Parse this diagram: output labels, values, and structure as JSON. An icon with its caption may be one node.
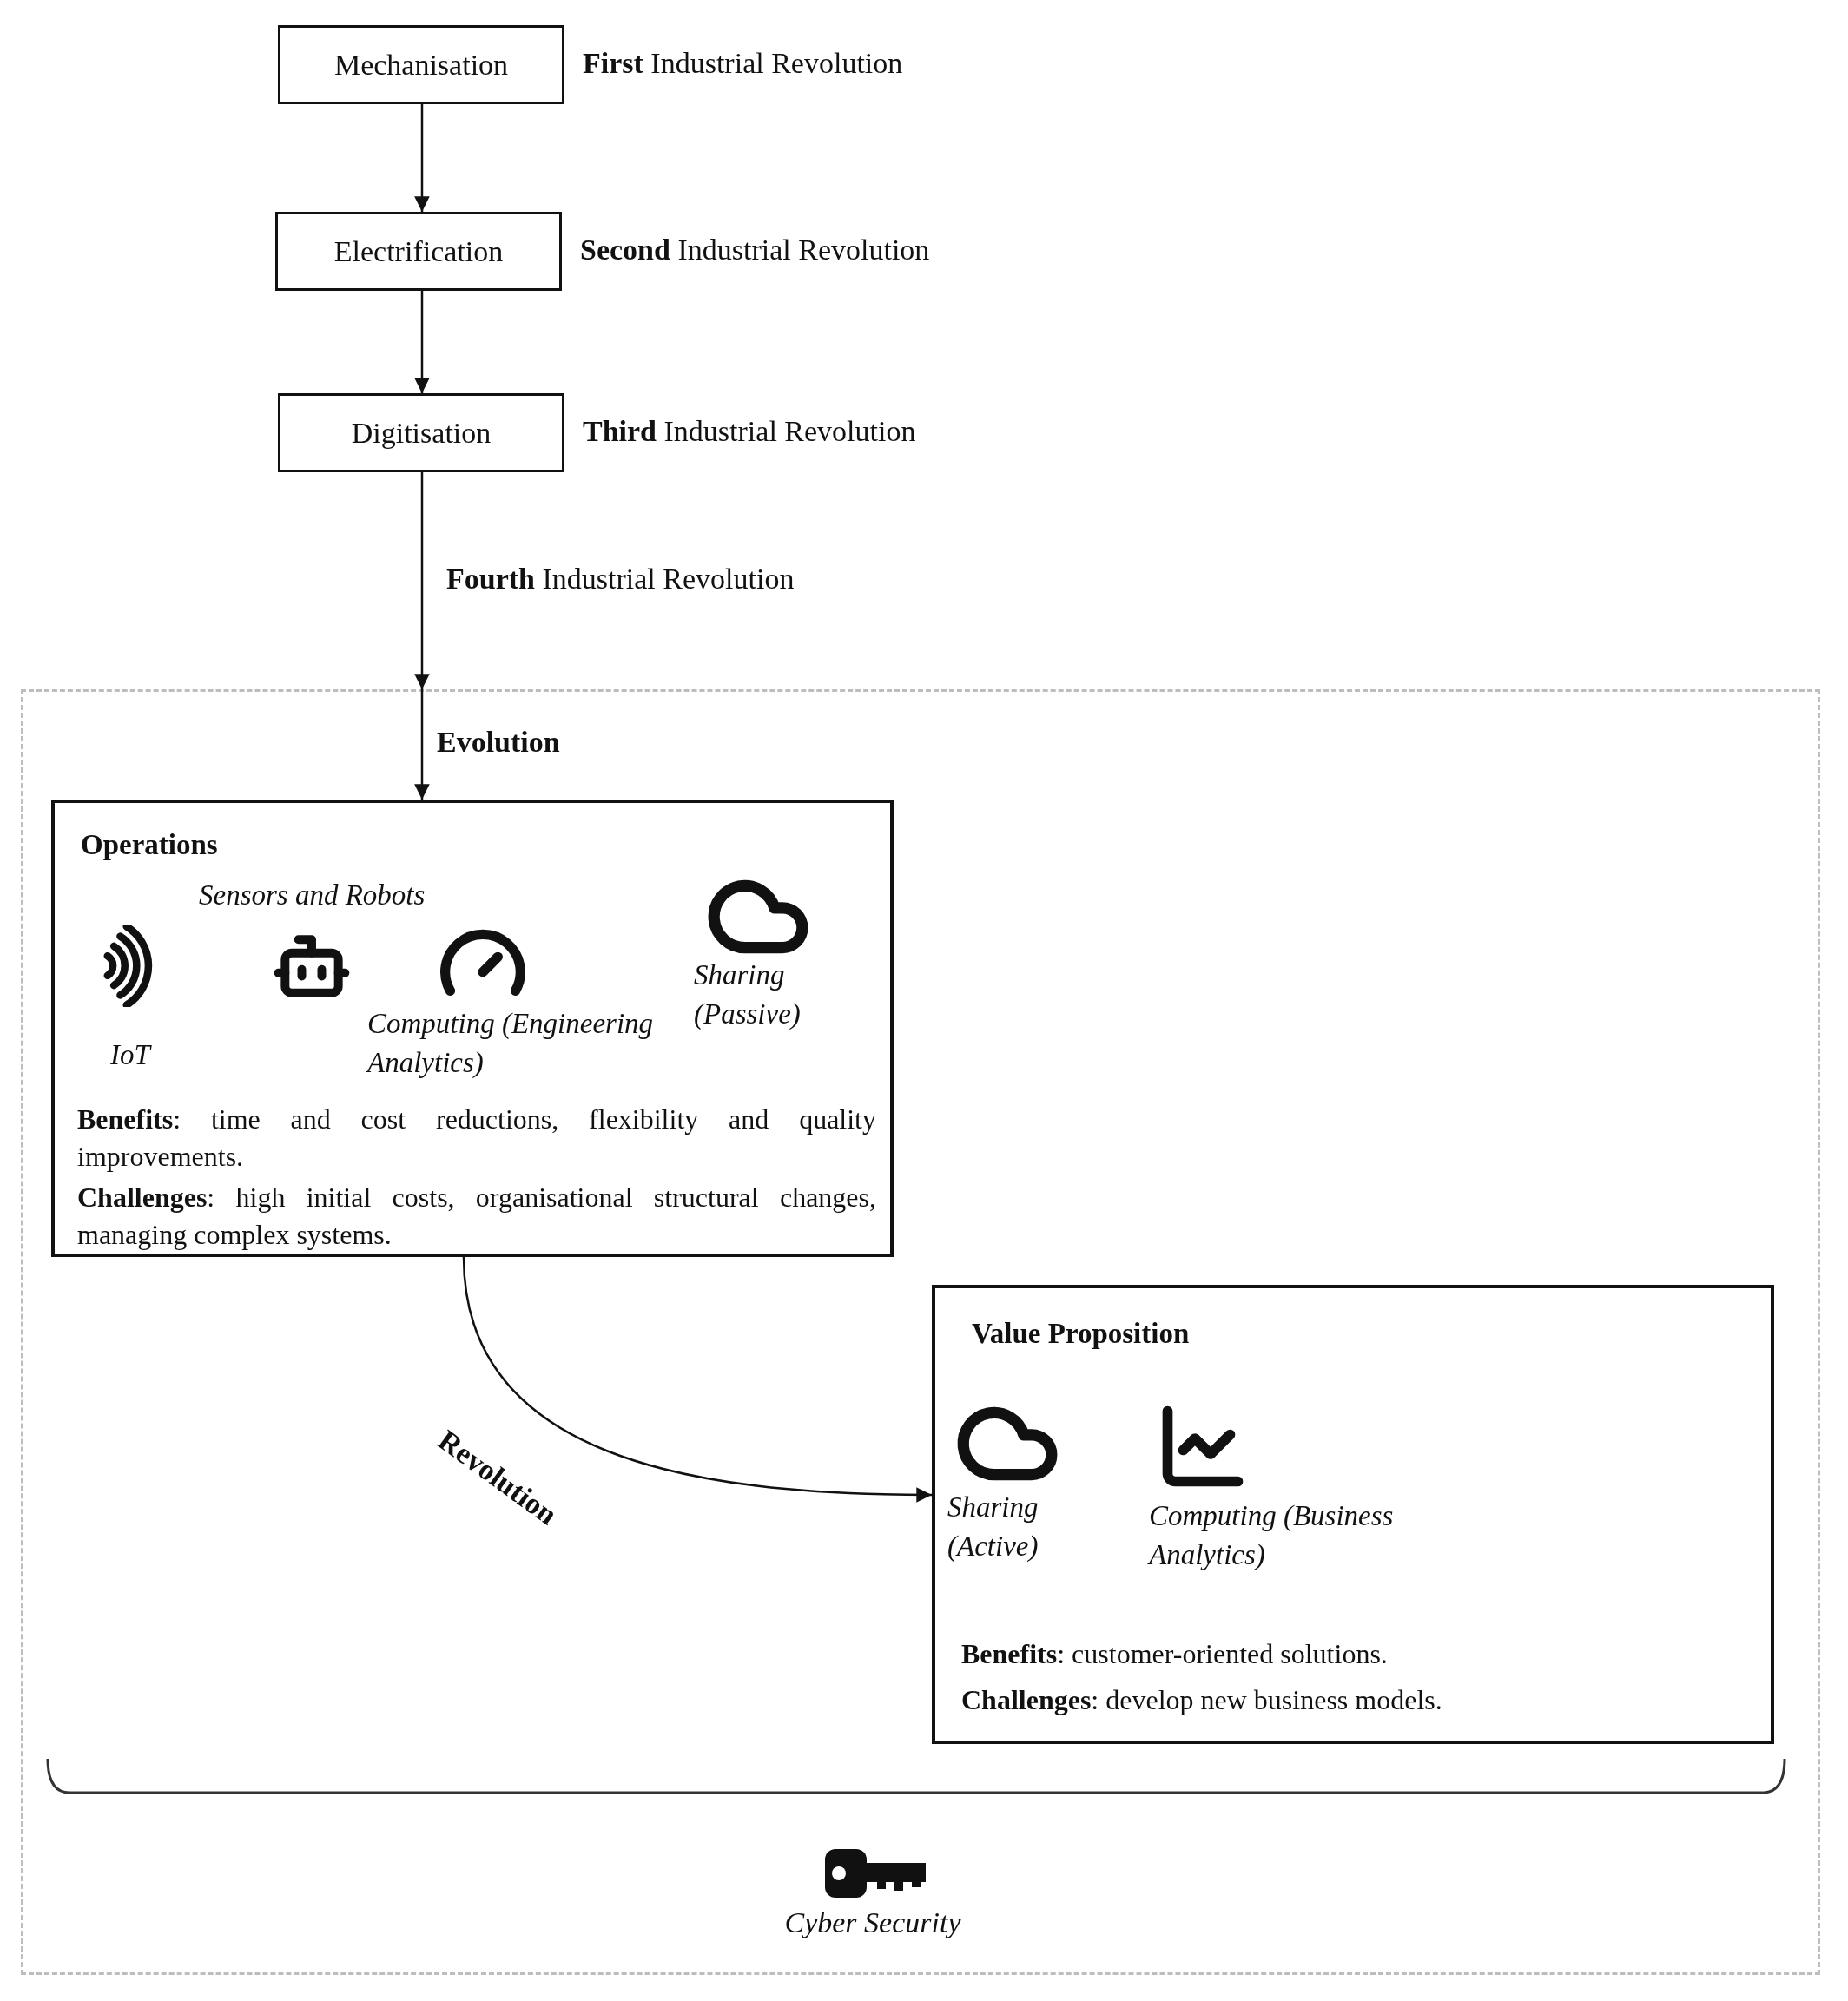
{
  "diagram": {
    "nodes": [
      {
        "text": [
          "Mechanisation"
        ],
        "beside": [
          "**First** Industrial Revolution"
        ]
      },
      {
        "text": [
          "Electrification"
        ],
        "beside": [
          "**Second** Industrial Revolution"
        ]
      },
      {
        "text": [
          "Digitisation"
        ],
        "beside": [
          "**Third** Industrial Revolution"
        ]
      },
      {
        "text": [],
        "shape": "box"
      },
      {
        "text": [
          "Operations",
          "Sensors and Robots",
          "IoT",
          "Computing (Engineering Analytics)",
          "Sharing (Passive)",
          "**Benefits**: time and cost reductions, flexibility and quality improvements.",
          "**Challenges**: high initial costs, organisational structural changes, managing complex systems."
        ],
        "in": 3
      },
      {
        "text": [
          "Value Proposition",
          "Sharing (Active)",
          "Computing (Business Analytics)",
          "**Benefits**: customer-oriented solutions.",
          "**Challenges**: develop new business models."
        ],
        "in": 3
      }
    ],
    "edges": [
      {
        "from": 0,
        "to": 1,
        "arrow": "to"
      },
      {
        "from": 1,
        "to": 2,
        "arrow": "to"
      },
      {
        "from": 2,
        "to": 3,
        "arrow": "to",
        "label": "**Fourth** Industrial Revolution"
      },
      {
        "from": 3,
        "to": 4,
        "arrow": "to",
        "label": "Evolution"
      },
      {
        "from": 4,
        "to": 5,
        "arrow": "to",
        "label": "Revolution"
      }
    ],
    "labels": [
      "Cyber Security"
    ]
  }
}
